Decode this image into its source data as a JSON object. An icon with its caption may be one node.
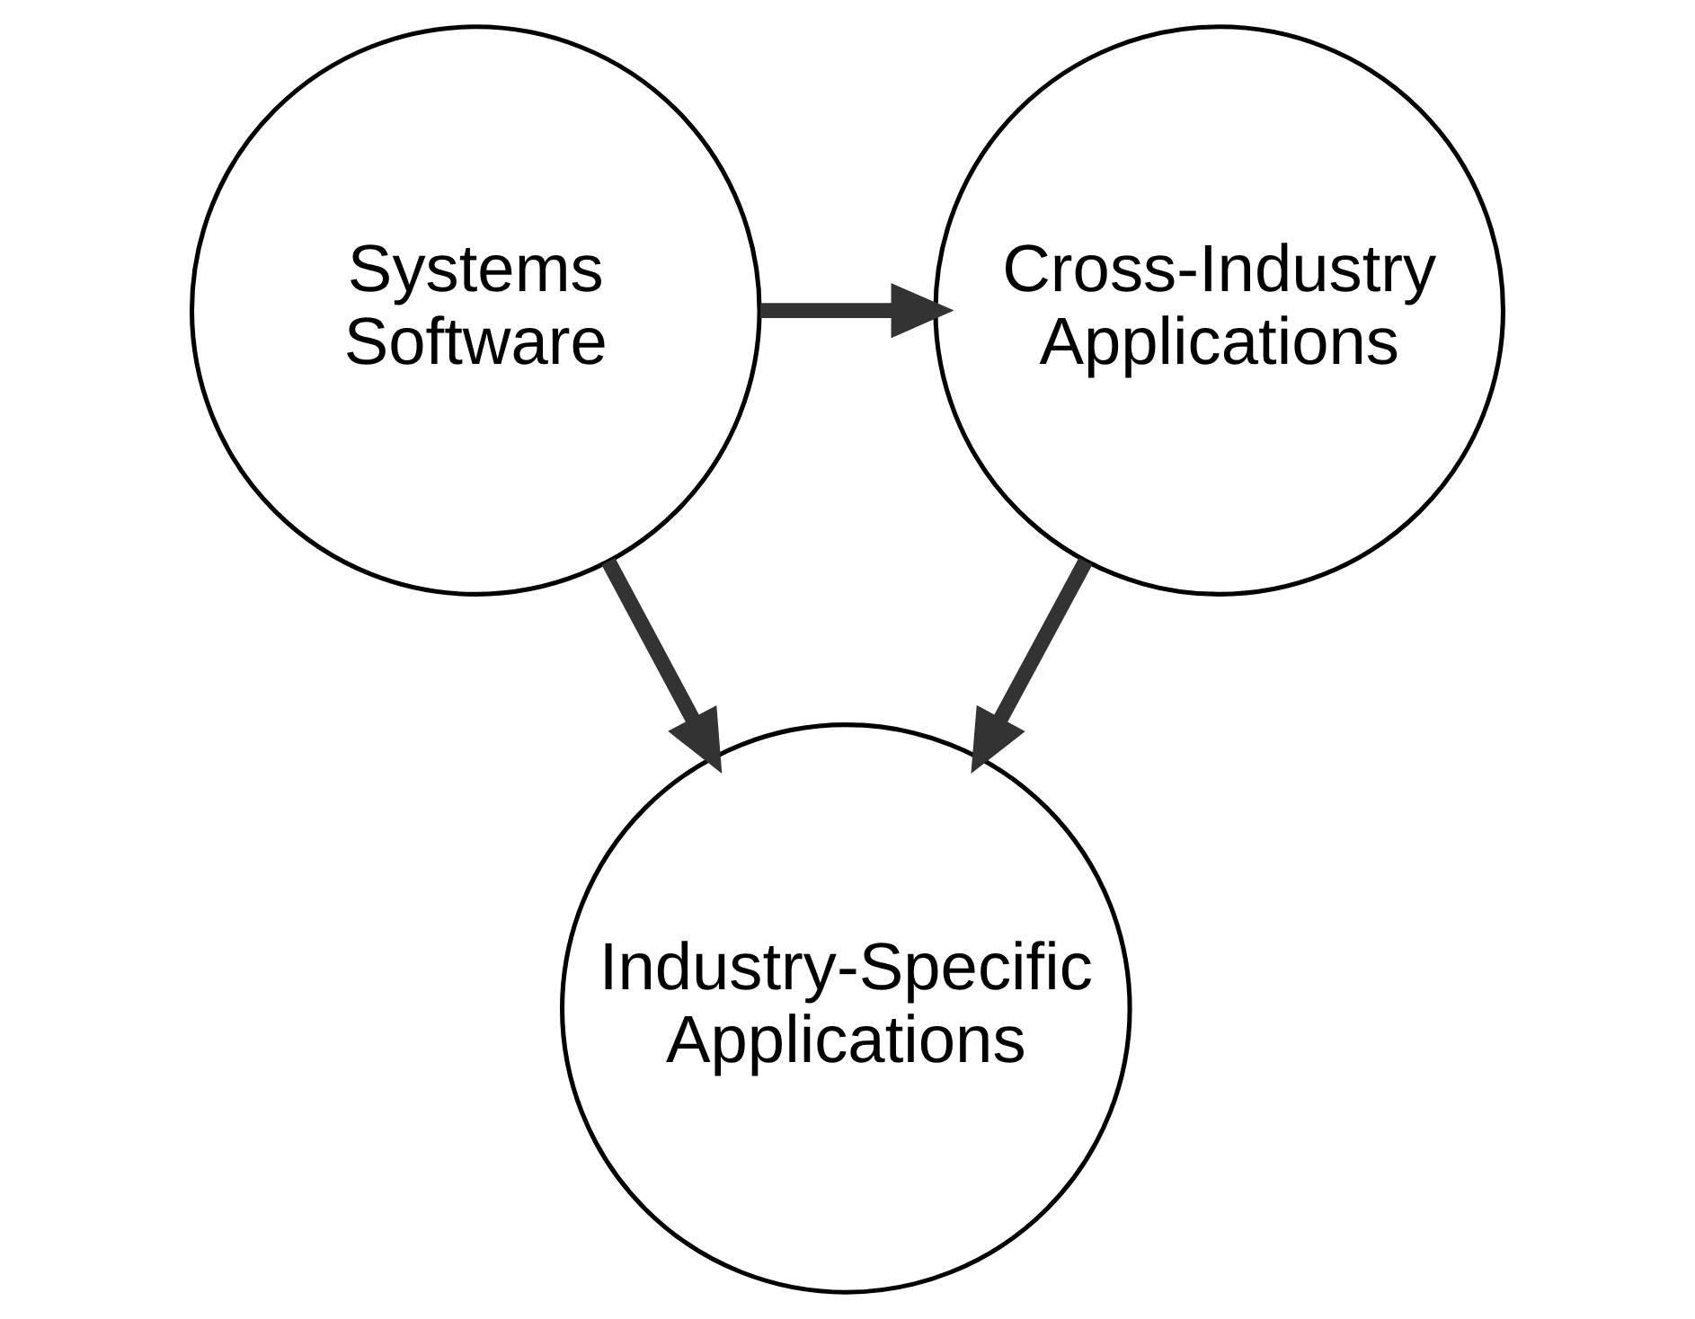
{
  "diagram": {
    "nodes": [
      {
        "text": [
          "Systems Software"
        ]
      },
      {
        "text": [
          "Cross-Industry Applications"
        ]
      },
      {
        "text": [
          "Industry-Specific Applications"
        ]
      }
    ],
    "edges": [
      {
        "from": 0,
        "to": 1,
        "arrow": "to"
      },
      {
        "from": 1,
        "to": 2,
        "arrow": "to"
      },
      {
        "from": 0,
        "to": 2,
        "arrow": "to"
      }
    ]
  }
}
